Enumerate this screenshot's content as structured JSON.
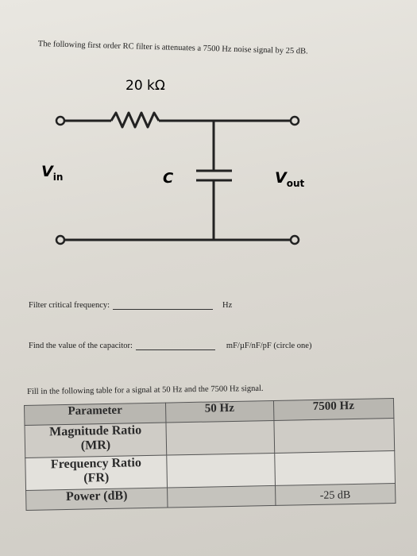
{
  "problem": {
    "statement": "The following first order RC filter is attenuates a 7500 Hz noise signal by 25 dB."
  },
  "circuit": {
    "resistor_label": "20 kΩ",
    "input_label_main": "V",
    "input_label_sub": "in",
    "capacitor_label": "C",
    "output_label_main": "V",
    "output_label_sub": "out"
  },
  "questions": {
    "critical_frequency_prompt": "Filter critical frequency:",
    "critical_frequency_unit": "Hz",
    "capacitor_prompt": "Find the value of the capacitor:",
    "capacitor_units": "mF/µF/nF/pF (circle one)",
    "table_instruction": "Fill in the following table for a signal at 50 Hz and the 7500 Hz signal."
  },
  "table": {
    "headers": [
      "Parameter",
      "50 Hz",
      "7500 Hz"
    ],
    "rows": [
      {
        "label": "Magnitude Ratio (MR)",
        "label_line1": "Magnitude Ratio",
        "label_line2": "(MR)",
        "v50": "",
        "v7500": ""
      },
      {
        "label": "Frequency Ratio (FR)",
        "label_line1": "Frequency Ratio",
        "label_line2": "(FR)",
        "v50": "",
        "v7500": ""
      },
      {
        "label": "Power (dB)",
        "label_line1": "Power (dB)",
        "label_line2": "",
        "v50": "",
        "v7500": "-25 dB"
      }
    ]
  }
}
